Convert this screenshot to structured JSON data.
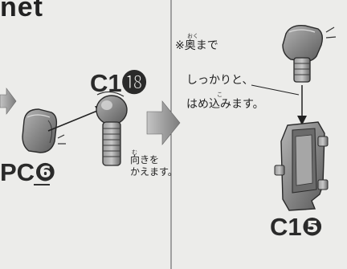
{
  "header": {
    "title_fragment": "net"
  },
  "labels": {
    "c1_18": "C1⓲",
    "pc_6": "PC❻",
    "c1_5": "C1❺"
  },
  "notes": {
    "oku_made": "※奥まで",
    "oku_ruby": "おく",
    "shikkari": "しっかりと、",
    "hamekomi": "はめ込みます。",
    "komi_ruby": "こ",
    "mukiwo": "向きを",
    "muki_ruby": "む",
    "kaemasu": "かえます。"
  },
  "colors": {
    "background": "#ececea",
    "part_gray": "#8e8e8e",
    "part_dark": "#4a4a4a",
    "arrow_gray": "#7a7a7a"
  },
  "icons": [
    "part-pc6-icon",
    "part-c1-18-icon",
    "part-c1-5-icon",
    "part-joint-icon",
    "flow-arrow-icon"
  ]
}
